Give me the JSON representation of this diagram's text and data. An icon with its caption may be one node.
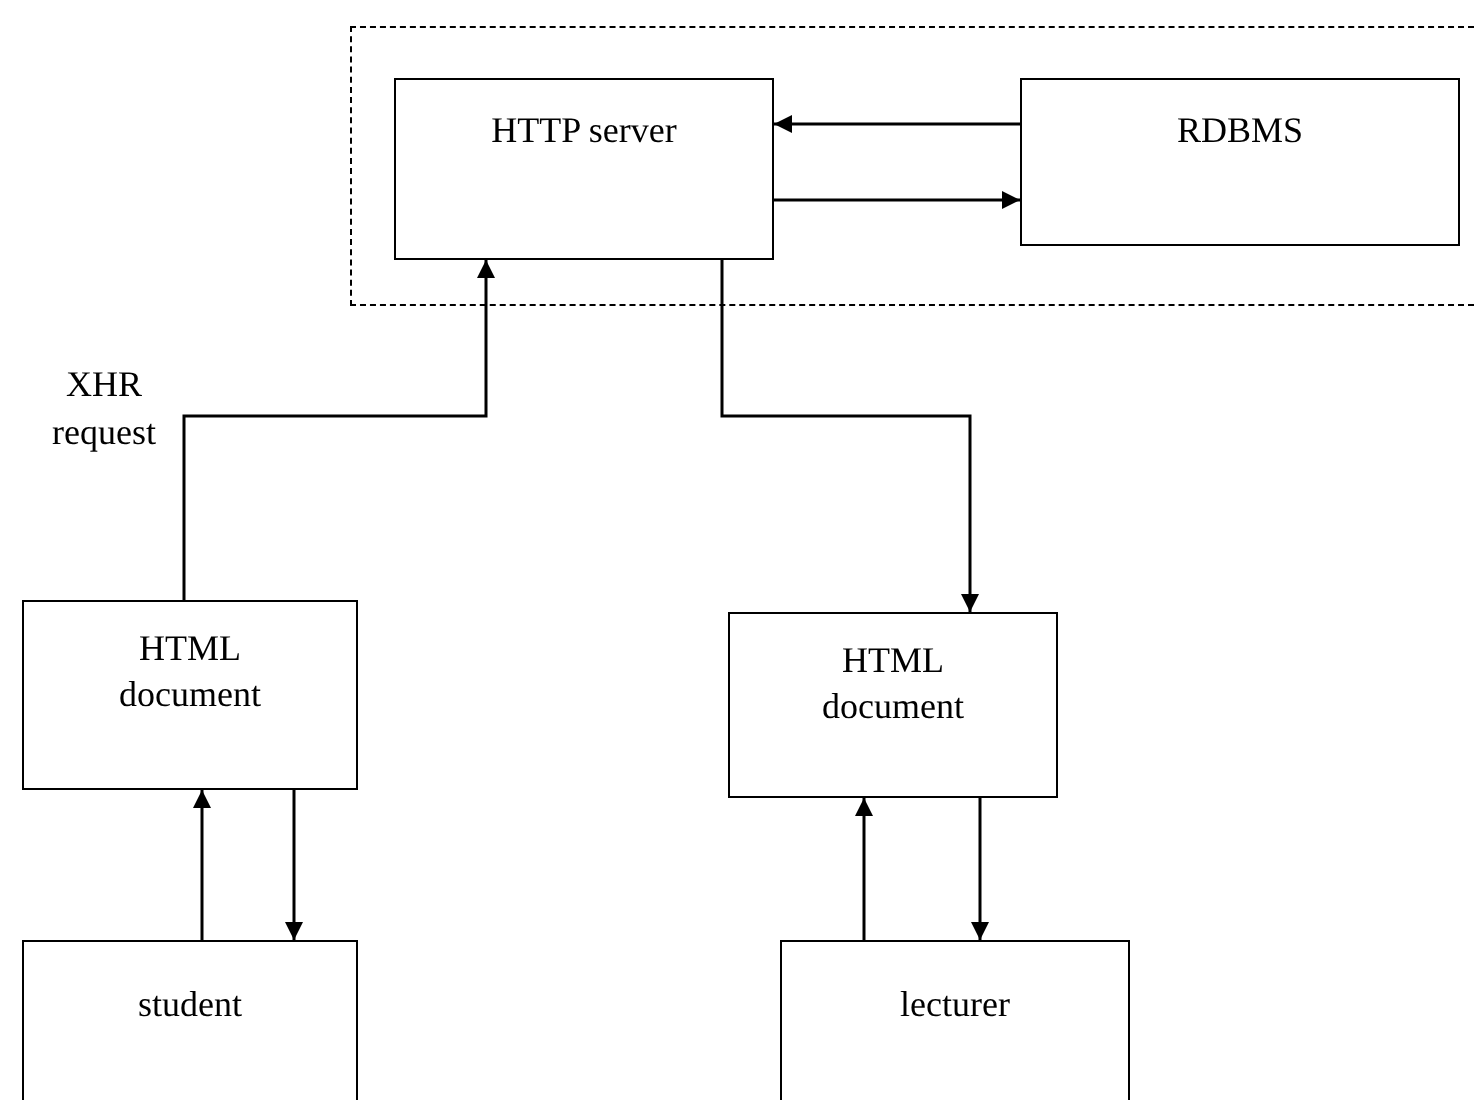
{
  "diagram": {
    "nodes": [
      {
        "text": [],
        "shape": "box"
      },
      {
        "text": [
          "HTTP server"
        ],
        "in": 0
      },
      {
        "text": [
          "RDBMS"
        ],
        "in": 0
      },
      {
        "text": [
          "HTML document"
        ]
      },
      {
        "text": [
          "HTML document"
        ]
      },
      {
        "text": [
          "student"
        ]
      },
      {
        "text": [
          "lecturer"
        ]
      }
    ],
    "edges": [
      {
        "from": 2,
        "to": 1,
        "arrow": "to"
      },
      {
        "from": 1,
        "to": 2,
        "arrow": "to"
      },
      {
        "from": 3,
        "to": 1,
        "arrow": "to",
        "label": "XHR request"
      },
      {
        "from": 1,
        "to": 4,
        "arrow": "to"
      },
      {
        "from": 5,
        "to": 3,
        "arrow": "to"
      },
      {
        "from": 3,
        "to": 5,
        "arrow": "to"
      },
      {
        "from": 6,
        "to": 4,
        "arrow": "to"
      },
      {
        "from": 4,
        "to": 6,
        "arrow": "to"
      }
    ]
  }
}
